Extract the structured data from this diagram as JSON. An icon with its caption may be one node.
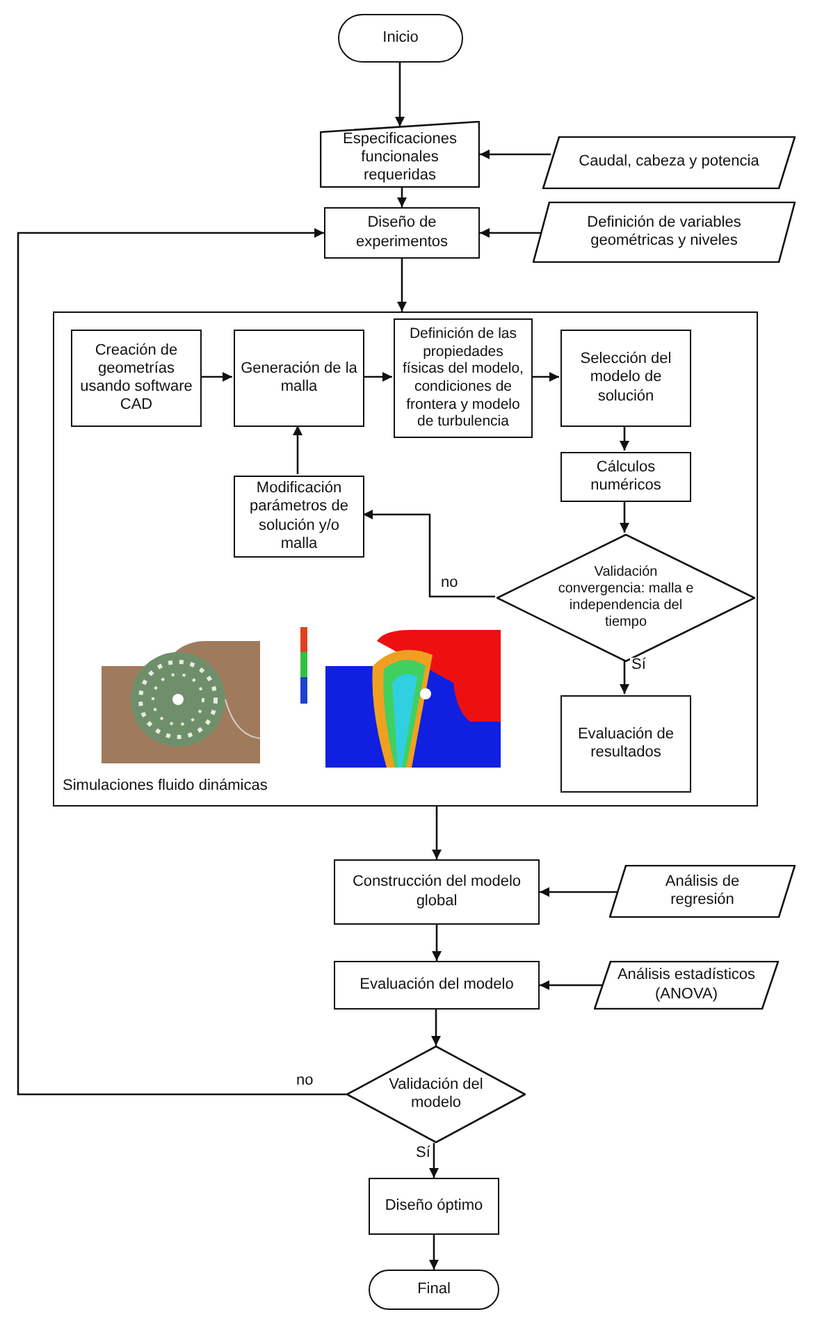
{
  "diagram": {
    "nodes": [
      {
        "text": [
          "Inicio"
        ]
      },
      {
        "text": [
          "Especificaciones funcionales requeridas"
        ]
      },
      {
        "text": [
          "Caudal, cabeza y potencia"
        ]
      },
      {
        "text": [
          "Diseño de experimentos"
        ]
      },
      {
        "text": [
          "Definición de variables geométricas  y niveles"
        ]
      },
      {
        "text": [
          "Simulaciones fluido dinámicas"
        ]
      },
      {
        "text": [
          "Creación de geometrías usando software CAD"
        ],
        "in": 5
      },
      {
        "text": [
          "Generación de la malla"
        ],
        "in": 5
      },
      {
        "text": [
          "Definición de las propiedades físicas del modelo, condiciones de frontera y modelo de turbulencia"
        ],
        "in": 5
      },
      {
        "text": [
          "Selección del modelo de solución"
        ],
        "in": 5
      },
      {
        "text": [
          "Cálculos numéricos"
        ],
        "in": 5
      },
      {
        "text": [
          "Modificación parámetros de solución y/o malla"
        ],
        "in": 5
      },
      {
        "text": [
          "Validación convergencia: malla e independencia del tiempo"
        ],
        "in": 5
      },
      {
        "text": [
          "Evaluación de resultados"
        ],
        "in": 5
      },
      {
        "text": [
          "Construcción del modelo global"
        ]
      },
      {
        "text": [
          "Análisis de  regresión"
        ]
      },
      {
        "text": [
          "Evaluación del modelo"
        ]
      },
      {
        "text": [
          "Análisis estadísticos (ANOVA)"
        ]
      },
      {
        "text": [
          "Validación del modelo"
        ]
      },
      {
        "text": [
          "Diseño óptimo"
        ]
      },
      {
        "text": [
          "Final"
        ]
      }
    ],
    "edges": [
      {
        "from": 0,
        "to": 1,
        "arrow": "to"
      },
      {
        "from": 2,
        "to": 1,
        "arrow": "to"
      },
      {
        "from": 1,
        "to": 3,
        "arrow": "to"
      },
      {
        "from": 4,
        "to": 3,
        "arrow": "to"
      },
      {
        "from": 3,
        "to": 5,
        "arrow": "to"
      },
      {
        "from": 6,
        "to": 7,
        "arrow": "to"
      },
      {
        "from": 7,
        "to": 8,
        "arrow": "to"
      },
      {
        "from": 8,
        "to": 9,
        "arrow": "to"
      },
      {
        "from": 9,
        "to": 10,
        "arrow": "to"
      },
      {
        "from": 10,
        "to": 12,
        "arrow": "to"
      },
      {
        "from": 12,
        "to": 11,
        "arrow": "to",
        "label": "no"
      },
      {
        "from": 11,
        "to": 7,
        "arrow": "to"
      },
      {
        "from": 12,
        "to": 13,
        "arrow": "to",
        "label": "Sí"
      },
      {
        "from": 5,
        "to": 14,
        "arrow": "to"
      },
      {
        "from": 15,
        "to": 14,
        "arrow": "to"
      },
      {
        "from": 14,
        "to": 16,
        "arrow": "to"
      },
      {
        "from": 17,
        "to": 16,
        "arrow": "to"
      },
      {
        "from": 16,
        "to": 18,
        "arrow": "to"
      },
      {
        "from": 18,
        "to": 3,
        "arrow": "to",
        "label": "no"
      },
      {
        "from": 18,
        "to": 19,
        "arrow": "to",
        "label": "Sí"
      },
      {
        "from": 19,
        "to": 20,
        "arrow": "to"
      }
    ]
  }
}
